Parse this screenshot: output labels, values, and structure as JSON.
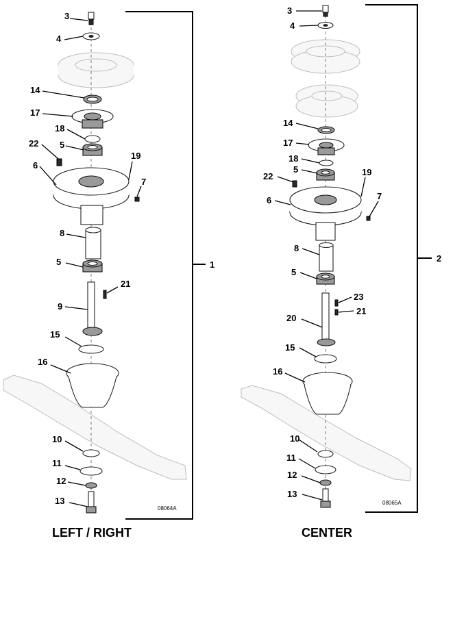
{
  "views": [
    {
      "id": "left-right",
      "title": "LEFT / RIGHT",
      "assembly_number": "1",
      "figure_code": "08064A",
      "callouts": [
        "3",
        "4",
        "14",
        "17",
        "18",
        "22",
        "5",
        "19",
        "6",
        "7",
        "8",
        "5",
        "21",
        "9",
        "15",
        "16",
        "10",
        "11",
        "12",
        "13"
      ]
    },
    {
      "id": "center",
      "title": "CENTER",
      "assembly_number": "2",
      "figure_code": "08065A",
      "callouts": [
        "3",
        "4",
        "14",
        "17",
        "18",
        "5",
        "22",
        "19",
        "6",
        "7",
        "8",
        "5",
        "23",
        "21",
        "20",
        "15",
        "16",
        "10",
        "11",
        "12",
        "13"
      ]
    }
  ],
  "icons": {
    "hardware": "exploded-spindle-assembly-drawing"
  }
}
